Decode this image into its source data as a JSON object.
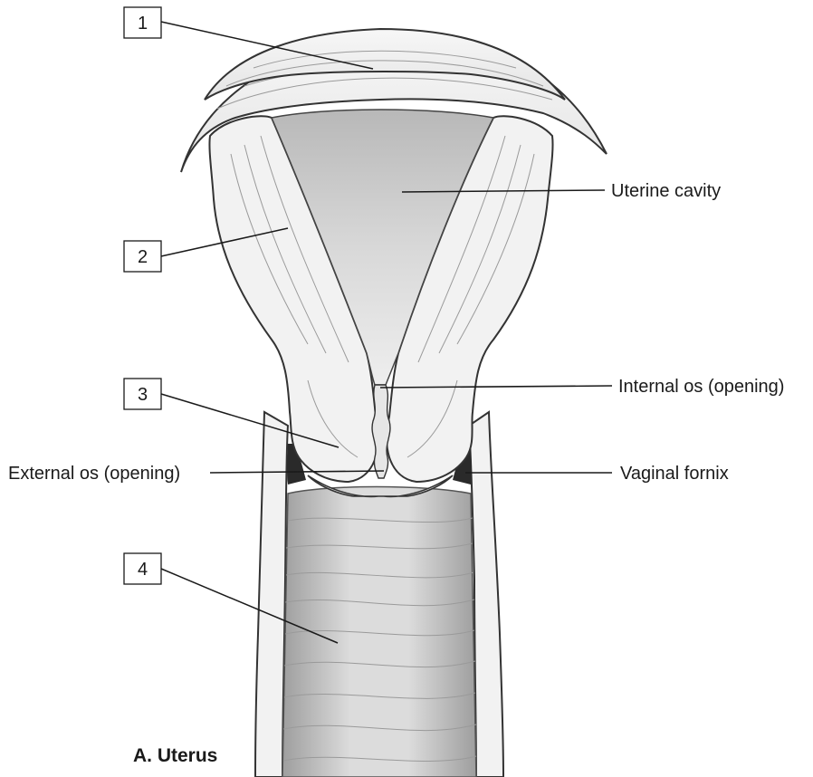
{
  "caption": "A. Uterus",
  "callouts": [
    {
      "number": "1"
    },
    {
      "number": "2"
    },
    {
      "number": "3"
    },
    {
      "number": "4"
    }
  ],
  "labels": {
    "uterine_cavity": "Uterine cavity",
    "internal_os": "Internal os (opening)",
    "external_os": "External os (opening)",
    "vaginal_fornix": "Vaginal fornix"
  }
}
